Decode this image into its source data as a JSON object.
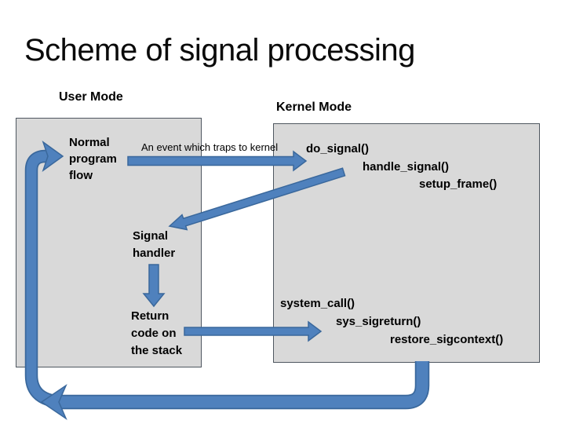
{
  "title": "Scheme of signal processing",
  "labels": {
    "user_mode": "User Mode",
    "kernel_mode": "Kernel Mode"
  },
  "user_box": {
    "normal_program_flow": "Normal\nprogram\nflow",
    "signal_handler": "Signal\nhandler",
    "return_code": "Return\ncode on\nthe stack"
  },
  "annotation": {
    "event_trap": "An event which traps to kernel"
  },
  "kernel_box": {
    "do_signal": "do_signal()",
    "handle_signal": "handle_signal()",
    "setup_frame": "setup_frame()",
    "system_call": "system_call()",
    "sys_sigreturn": "sys_sigreturn()",
    "restore_sigcontext": "restore_sigcontext()"
  },
  "colors": {
    "arrow_fill": "#4f81bd",
    "arrow_border": "#3a689c",
    "box_fill": "#d9d9d9",
    "box_border": "#4f5760",
    "text": "#000000",
    "background": "#ffffff"
  }
}
